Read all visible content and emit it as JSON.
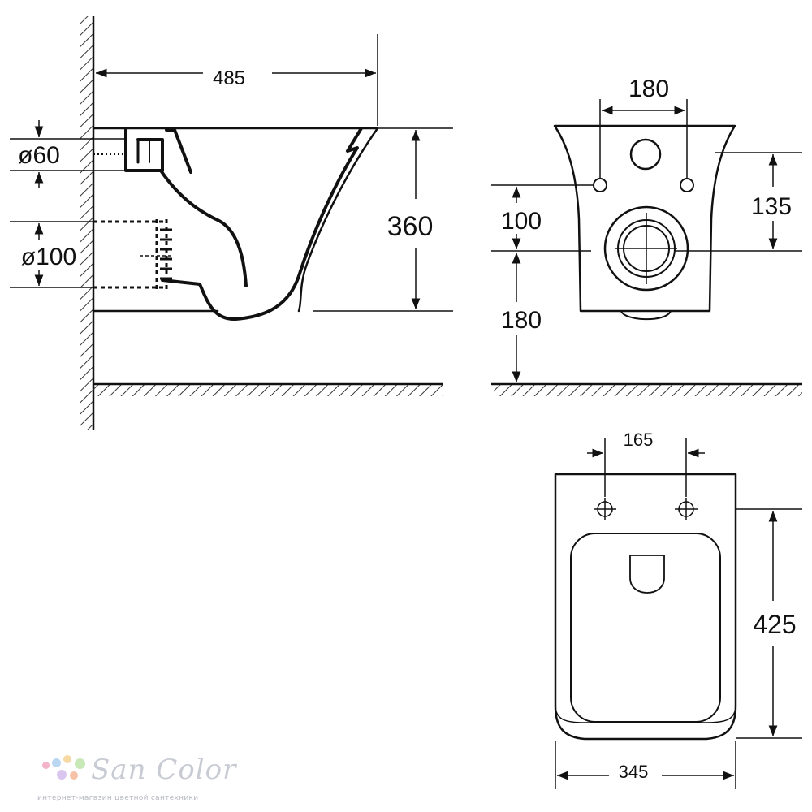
{
  "side_view": {
    "depth_label": "485",
    "height_label": "360",
    "upper_pipe_label": "ø60",
    "lower_pipe_label": "ø100"
  },
  "front_view": {
    "bolt_spacing_label": "180",
    "bolt_to_outlet_label": "135",
    "inlet_to_outlet_label": "100",
    "outlet_to_floor_label": "180"
  },
  "top_view": {
    "fixing_spacing_label": "165",
    "length_label": "425",
    "width_label": "345"
  },
  "brand": {
    "name": "San Color",
    "tagline": "интернет-магазин цветной сантехники",
    "dot_colors": [
      "#f3b3c8",
      "#b9d7f2",
      "#f7d9a3",
      "#c9e8b8",
      "#d8c6ee",
      "#f5c2a5"
    ]
  },
  "colors": {
    "line": "#111111",
    "hatch": "#333333",
    "watermark": "#c8cbd3"
  }
}
